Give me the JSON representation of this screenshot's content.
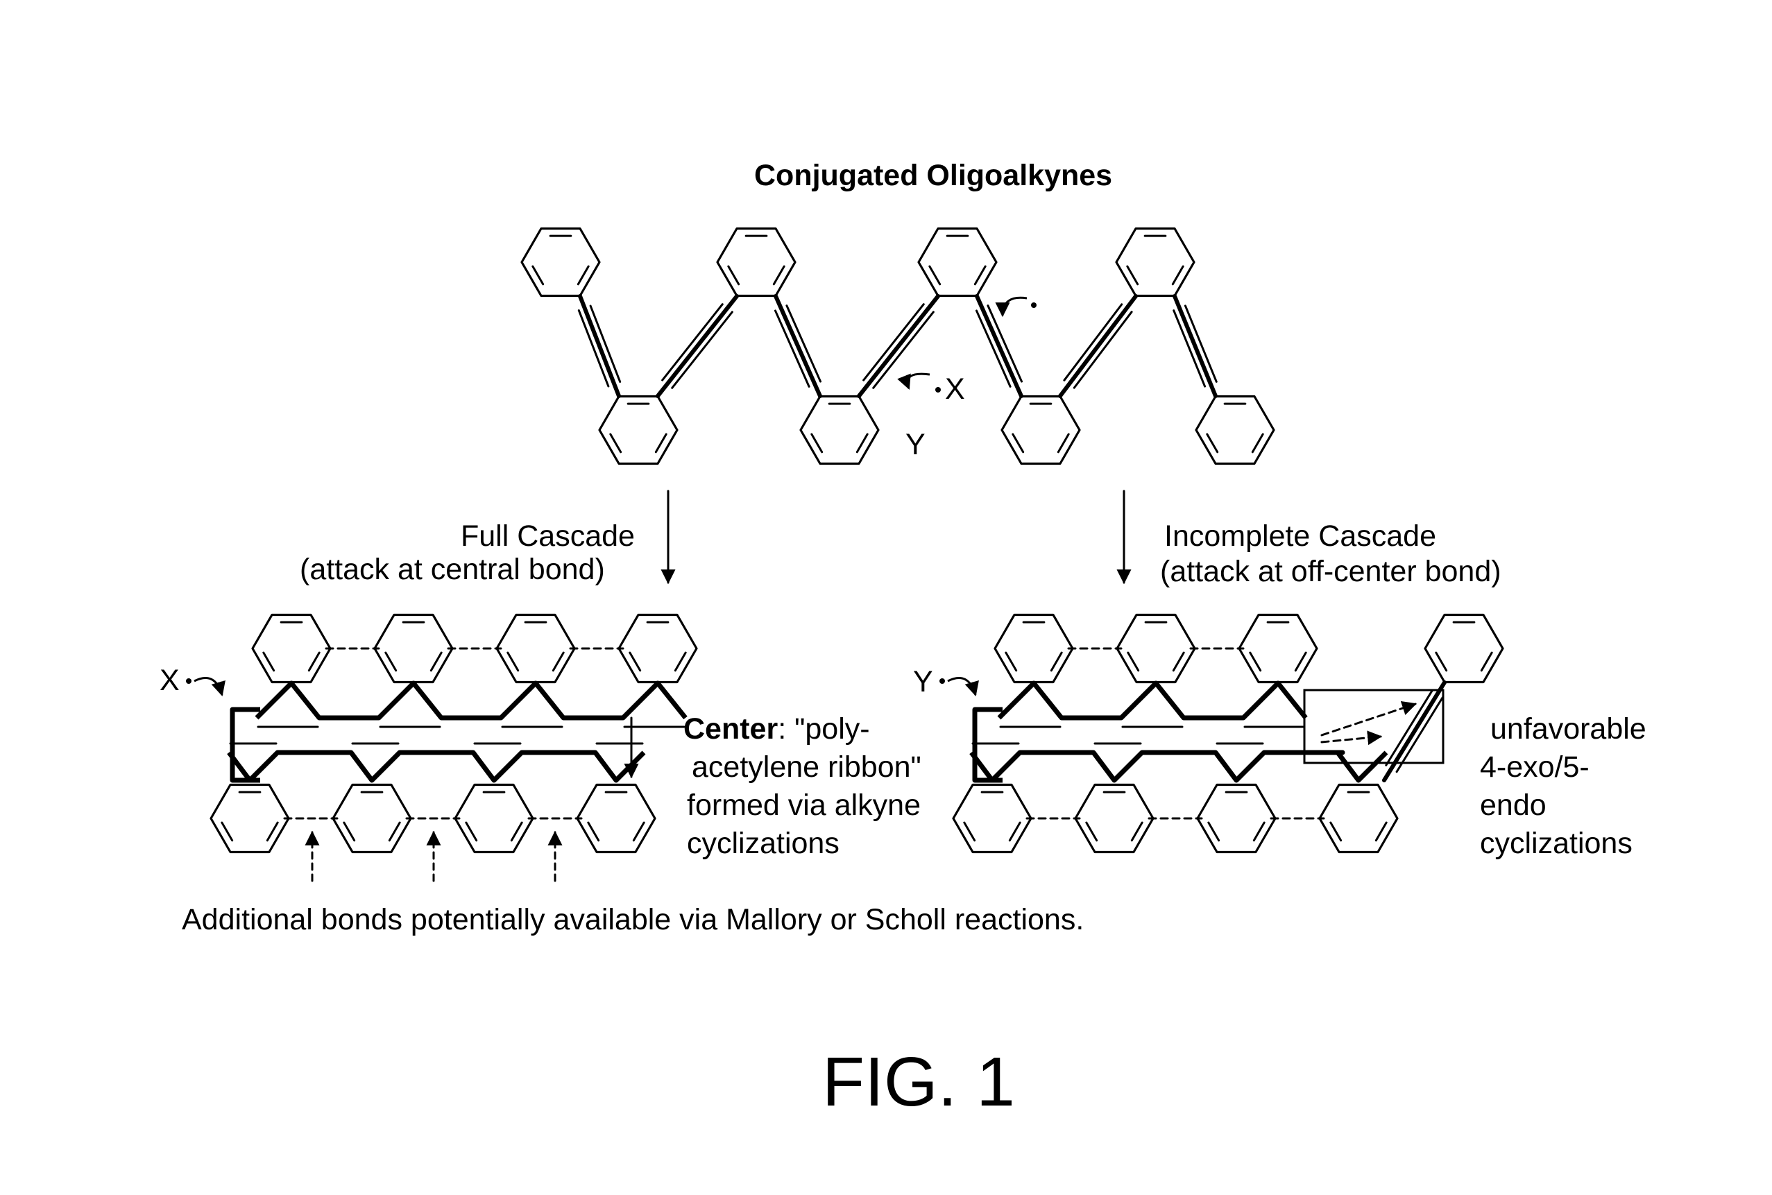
{
  "title": "Conjugated Oligoalkynes",
  "left_branch": {
    "label": "Full Cascade",
    "sublabel": "(attack at central bond)",
    "radical": "X",
    "center_bold": "Center",
    "center_rest": ": \"poly-",
    "center_line2": "acetylene ribbon\"",
    "center_line3": "formed via  alkyne",
    "center_line4": "cyclizations"
  },
  "right_branch": {
    "label": "Incomplete Cascade",
    "sublabel": "(attack at off-center bond)",
    "radical": "Y",
    "note_line1": "unfavorable",
    "note_line2": "4-exo/5-",
    "note_line3": "endo",
    "note_line4": "cyclizations"
  },
  "top_radicals": {
    "x": "X",
    "y": "Y"
  },
  "footnote": "Additional bonds potentially available via Mallory or Scholl reactions.",
  "figure_label": "FIG. 1"
}
